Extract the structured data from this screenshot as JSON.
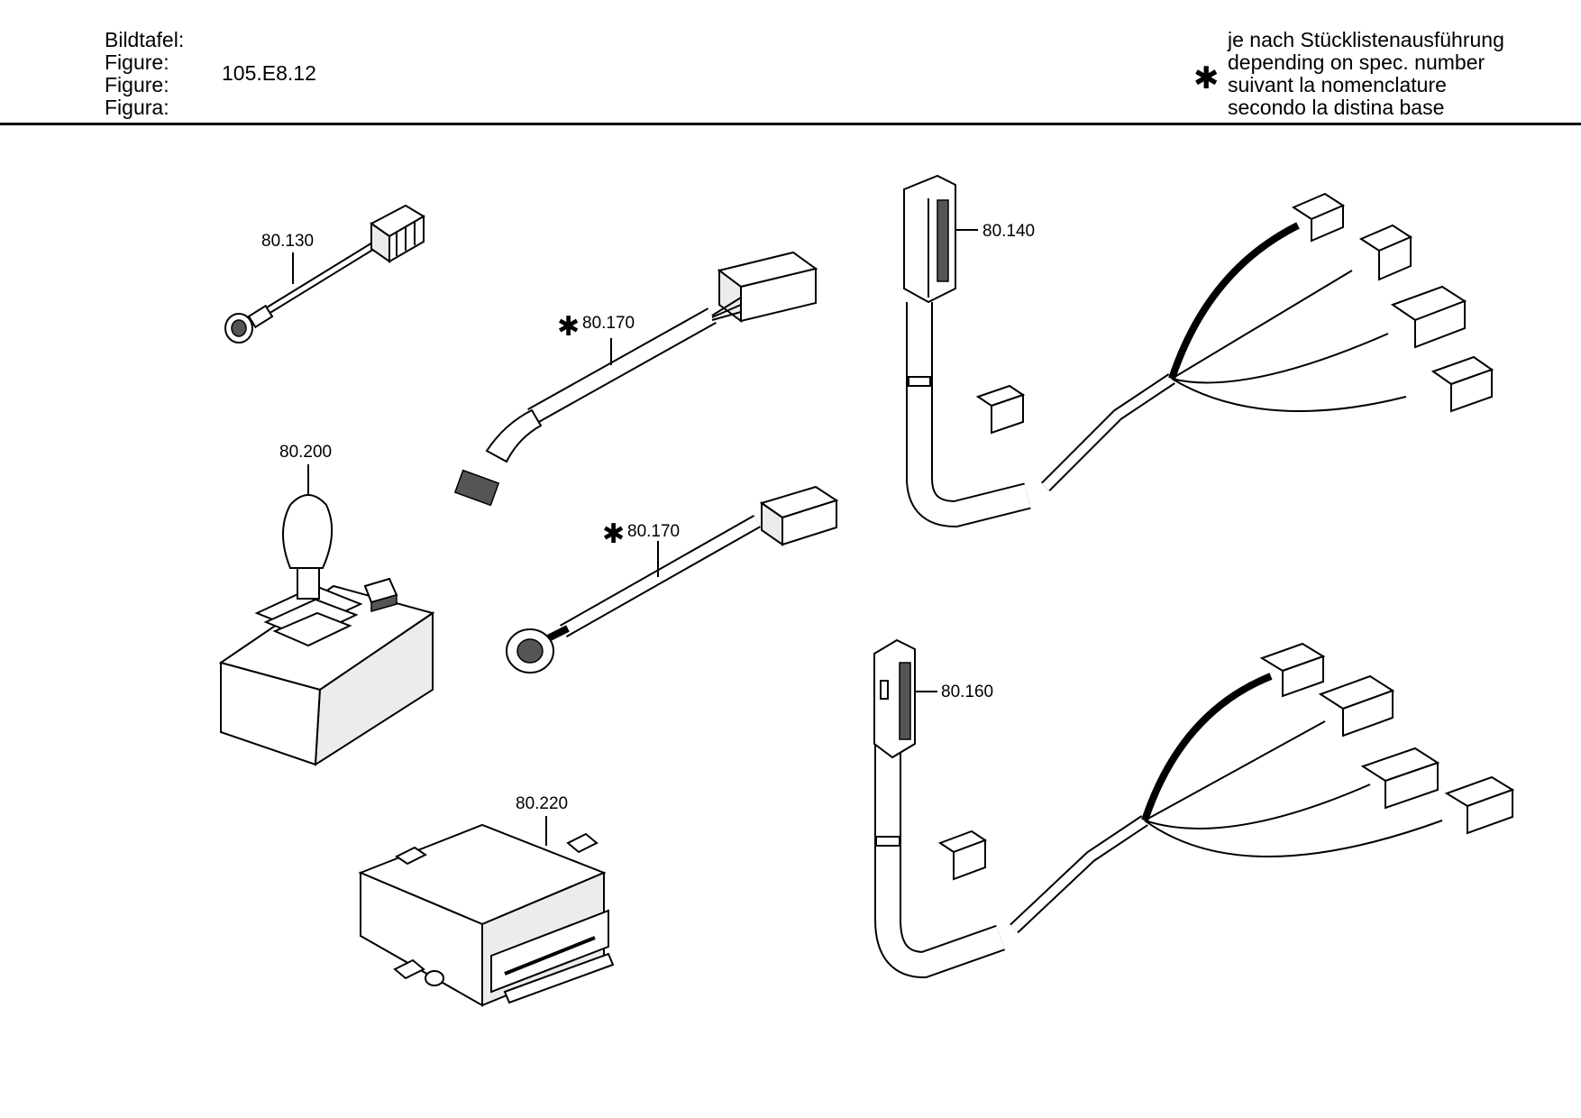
{
  "header": {
    "title_labels": [
      "Bildtafel:",
      "Figure:",
      "Figure:",
      "Figura:"
    ],
    "figure_number": "105.E8.12",
    "note_symbol": "✱",
    "note_lines": [
      "je nach Stücklistenausführung",
      "depending on spec. number",
      "suivant la nomenclature",
      "secondo la distina base"
    ]
  },
  "callouts": {
    "c130": "80.130",
    "c170a": "80.170",
    "c170b": "80.170",
    "c200": "80.200",
    "c220": "80.220",
    "c140": "80.140",
    "c160": "80.160",
    "star": "✱"
  }
}
